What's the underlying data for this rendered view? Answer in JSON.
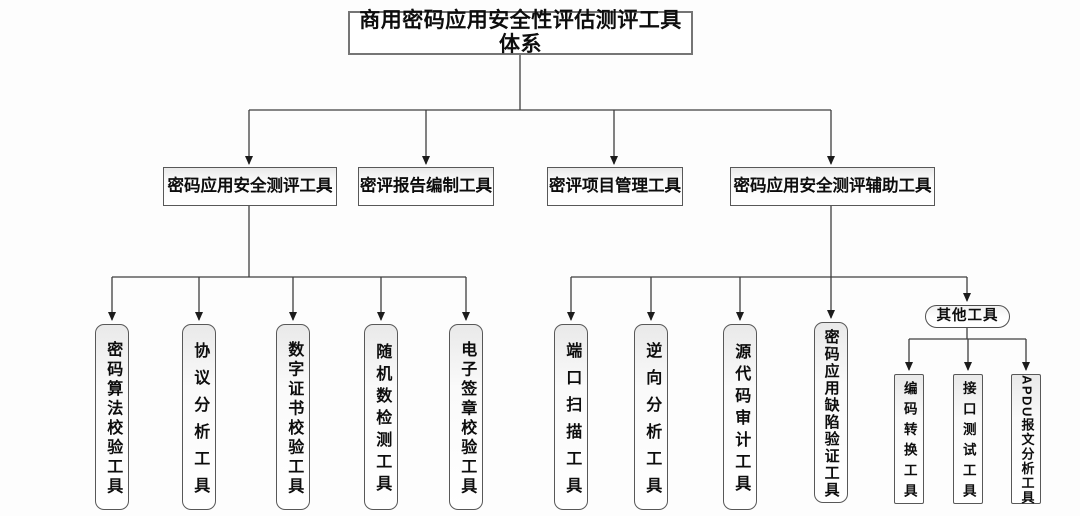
{
  "diagram": {
    "root": "商用密码应用安全性评估测评工具体系",
    "level2": [
      "密码应用安全测评工具",
      "密评报告编制工具",
      "密评项目管理工具",
      "密码应用安全测评辅助工具"
    ],
    "eval_children": [
      "密码算法校验工具",
      "协议分析工具",
      "数字证书校验工具",
      "随机数检测工具",
      "电子签章校验工具"
    ],
    "aux_children": [
      "端口扫描工具",
      "逆向分析工具",
      "源代码审计工具",
      "密码应用缺陷验证工具"
    ],
    "other": "其他工具",
    "other_children": [
      "编码转换工具",
      "接口测试工具",
      "APDU报文分析工具"
    ],
    "colors": {
      "line": "#3f3f3f",
      "arrow": "#1c1c1c",
      "border": "#585858",
      "background": "#fdfdfd"
    }
  }
}
